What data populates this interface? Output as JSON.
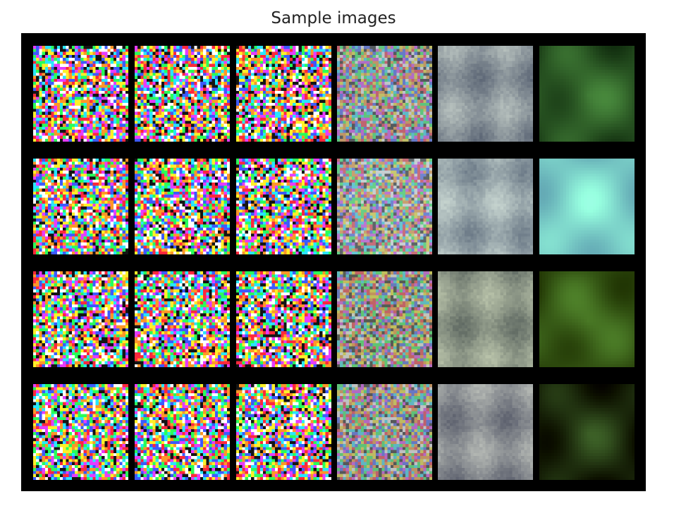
{
  "figure": {
    "title": "Sample images"
  },
  "grid": {
    "rows": 4,
    "columns": 6,
    "frame_color": "#000000",
    "column_stage": [
      "noise",
      "noise",
      "noise",
      "partly-denoised",
      "denoised",
      "denoised"
    ],
    "rows_palette": [
      {
        "denoised_grey": "#8a949a",
        "final": "#3f7a35"
      },
      {
        "denoised_grey": "#9aa8ac",
        "final": "#8ef0d8"
      },
      {
        "denoised_grey": "#8c9686",
        "final": "#4a7a26"
      },
      {
        "denoised_grey": "#8a8e92",
        "final": "#2f4a1c"
      }
    ]
  }
}
